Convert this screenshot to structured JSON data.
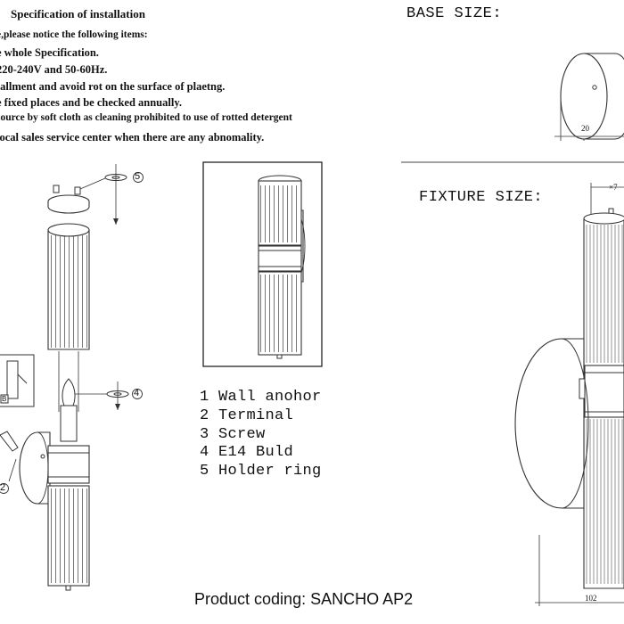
{
  "spec": {
    "title": "Specification of installation",
    "lines": [
      "e,please notice the following items:",
      "e whole Specification.",
      "220-240V and 50-60Hz.",
      "tallment and avoid rot on the surface of plaetng.",
      "e fixed places and be checked annually.",
      "source by soft cloth as cleaning prohibited to use of rotted detergent",
      "local sales service center when there are any abnomality."
    ]
  },
  "base_size": {
    "label": "BASE SIZE:",
    "dim_depth": "20"
  },
  "fixture_size": {
    "label": "FIXTURE SIZE:",
    "dim_diameter": "×7",
    "dim_width": "102"
  },
  "parts": [
    {
      "num": "1",
      "name": "Wall anohor"
    },
    {
      "num": "2",
      "name": "Terminal"
    },
    {
      "num": "3",
      "name": "Screw"
    },
    {
      "num": "4",
      "name": "E14 Buld"
    },
    {
      "num": "5",
      "name": "Holder ring"
    }
  ],
  "callouts": {
    "c5": "5",
    "c4": "4",
    "c2": "2",
    "inset": "B"
  },
  "product_coding": "Product coding: SANCHO AP2"
}
